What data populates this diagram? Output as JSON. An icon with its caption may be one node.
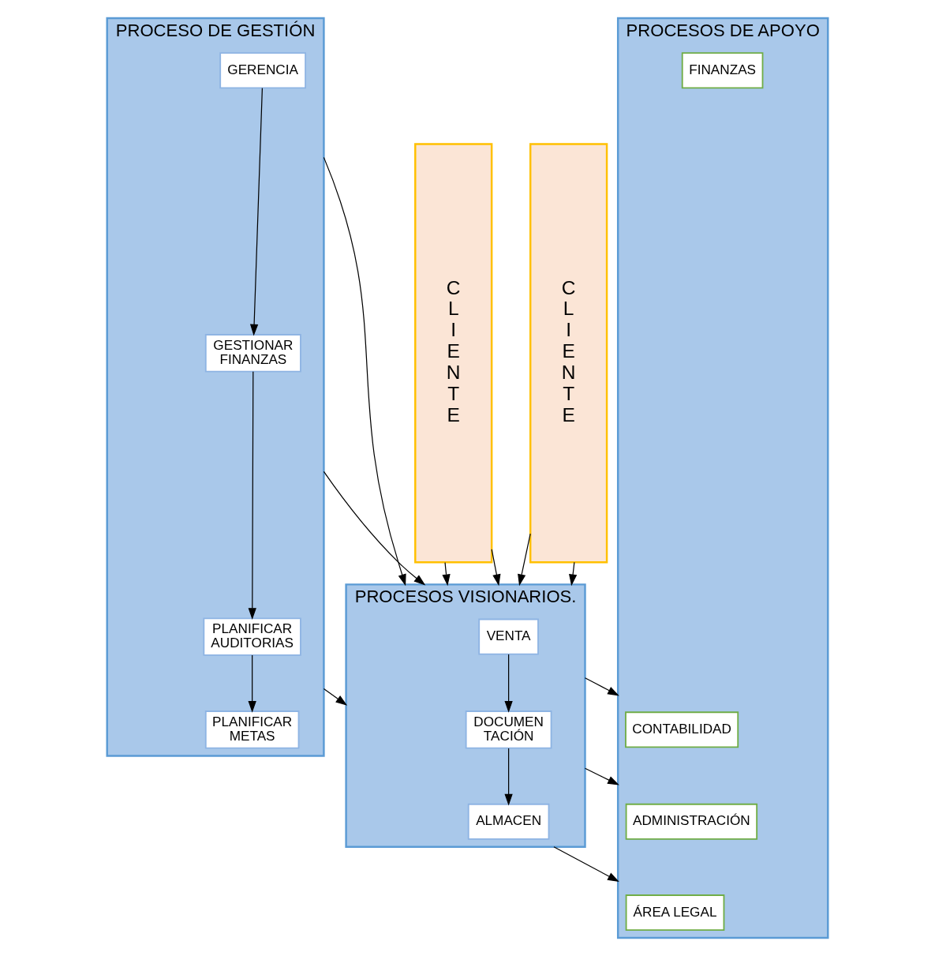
{
  "diagram": {
    "nodes": [
      {
        "text": [
          "PROCESO DE GESTIÓN"
        ]
      },
      {
        "text": [
          "GERENCIA"
        ],
        "in": 0
      },
      {
        "text": [
          "GESTIONAR FINANZAS"
        ],
        "in": 0
      },
      {
        "text": [
          "PLANIFICAR AUDITORIAS"
        ],
        "in": 0
      },
      {
        "text": [
          "PLANIFICAR METAS"
        ],
        "in": 0
      },
      {
        "text": [
          "PROCESOS VISIONARIOS."
        ]
      },
      {
        "text": [
          "DOCUMEN TACIÓN"
        ],
        "in": 5
      },
      {
        "text": [
          "VENTA"
        ],
        "in": 5
      },
      {
        "text": [
          "ALMACEN"
        ],
        "in": 5
      },
      {
        "text": [
          "PROCESOS DE APOYO"
        ]
      },
      {
        "text": [
          "ADMINISTRACIÓN"
        ],
        "in": 9
      },
      {
        "text": [
          "CONTABILIDAD"
        ],
        "in": 9
      },
      {
        "text": [
          "ÁREA LEGAL"
        ],
        "in": 9
      },
      {
        "text": [
          "FINANZAS"
        ],
        "in": 9
      },
      {
        "text": [
          "C L I E N T E"
        ]
      },
      {
        "text": [
          "C L I E N T E"
        ]
      }
    ],
    "edges": [
      {
        "from": 1,
        "to": 2,
        "arrow": "to"
      },
      {
        "from": 2,
        "to": 3,
        "arrow": "to"
      },
      {
        "from": 3,
        "to": 4,
        "arrow": "to"
      },
      {
        "from": 0,
        "to": 5,
        "arrow": "to"
      },
      {
        "from": 0,
        "to": 5,
        "arrow": "to"
      },
      {
        "from": 0,
        "to": 5,
        "arrow": "to"
      },
      {
        "from": 7,
        "to": 6,
        "arrow": "to"
      },
      {
        "from": 6,
        "to": 8,
        "arrow": "to"
      },
      {
        "from": 5,
        "to": 9,
        "arrow": "to"
      },
      {
        "from": 5,
        "to": 9,
        "arrow": "to"
      },
      {
        "from": 5,
        "to": 9,
        "arrow": "to"
      },
      {
        "from": 14,
        "to": 5,
        "arrow": "to"
      },
      {
        "from": 14,
        "to": 5,
        "arrow": "to"
      },
      {
        "from": 15,
        "to": 5,
        "arrow": "to"
      },
      {
        "from": 15,
        "to": 5,
        "arrow": "to"
      }
    ]
  }
}
